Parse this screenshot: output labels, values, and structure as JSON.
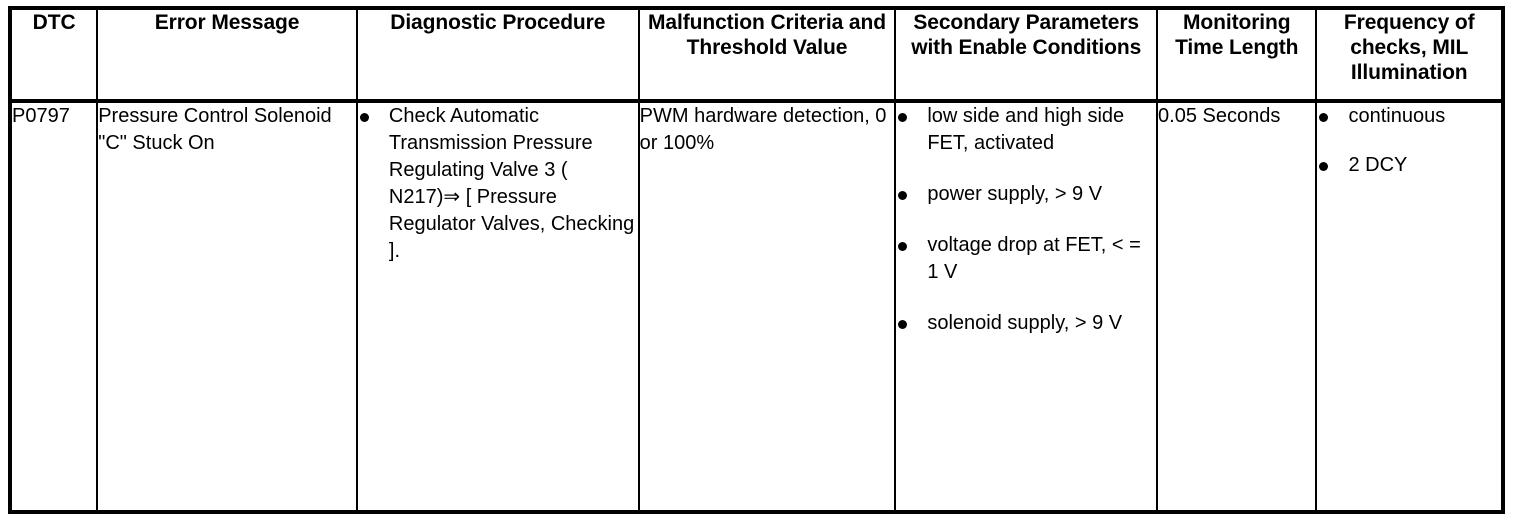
{
  "table": {
    "headers": [
      "DTC",
      "Error Message",
      "Diagnostic Procedure",
      "Malfunction Criteria and Threshold Value",
      "Secondary Parameters with Enable Conditions",
      "Monitoring Time Length",
      "Frequency of checks, MIL Illumination"
    ],
    "rows": [
      {
        "dtc": "P0797",
        "error_message": "Pressure Control Solenoid \"C\" Stuck On",
        "diagnostic_procedure": [
          "Check Automatic Transmission Pressure Regulating Valve 3 ( N217)⇒ [ Pressure Regulator Valves, Checking ]."
        ],
        "malfunction_criteria": "PWM hardware detection, 0 or 100%",
        "secondary_parameters": [
          "low side and high side FET, activated",
          "power supply, > 9 V",
          "voltage drop at FET, < = 1 V",
          "solenoid supply, > 9 V"
        ],
        "monitoring_time": "0.05 Seconds",
        "frequency_mil": [
          "continuous",
          "2 DCY"
        ]
      }
    ]
  },
  "style": {
    "border_color": "#000000",
    "text_color": "#000000",
    "background": "#ffffff"
  }
}
